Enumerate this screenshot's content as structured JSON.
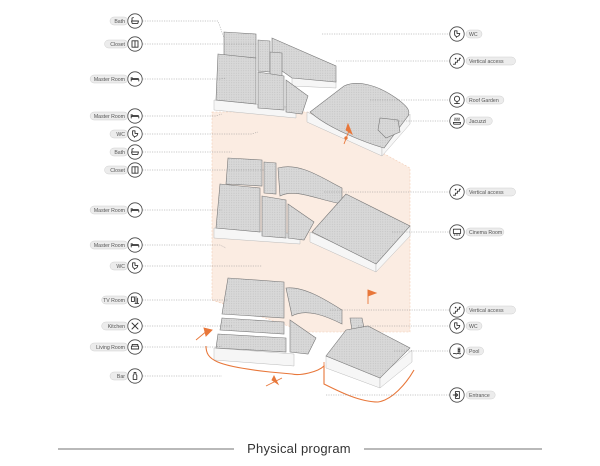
{
  "caption": "Physical program",
  "colors": {
    "accent": "#e8773a",
    "shaft": "#fbe9de",
    "slab": "#d9d9d9",
    "ink": "#333333"
  },
  "left_labels": [
    {
      "text": "Bath",
      "icon": "bathtub-icon"
    },
    {
      "text": "Closet",
      "icon": "closet-icon"
    },
    {
      "text": "Master Room",
      "icon": "bed-icon"
    },
    {
      "text": "Master Room",
      "icon": "bed-icon"
    },
    {
      "text": "WC",
      "icon": "toilet-icon"
    },
    {
      "text": "Bath",
      "icon": "bathtub-icon"
    },
    {
      "text": "Closet",
      "icon": "closet-icon"
    },
    {
      "text": "Master Room",
      "icon": "bed-icon"
    },
    {
      "text": "Master Room",
      "icon": "bed-icon"
    },
    {
      "text": "WC",
      "icon": "toilet-icon"
    },
    {
      "text": "TV Room",
      "icon": "tv-room-icon"
    },
    {
      "text": "Kitchen",
      "icon": "kitchen-icon"
    },
    {
      "text": "Living Room",
      "icon": "sofa-icon"
    },
    {
      "text": "Bar",
      "icon": "bottle-icon"
    }
  ],
  "right_labels": [
    {
      "text": "WC",
      "icon": "toilet-icon"
    },
    {
      "text": "Vertical access",
      "icon": "stairs-icon"
    },
    {
      "text": "Roof Garden",
      "icon": "tree-icon"
    },
    {
      "text": "Jacuzzi",
      "icon": "jacuzzi-icon"
    },
    {
      "text": "Vertical access",
      "icon": "stairs-icon"
    },
    {
      "text": "Cinema Room",
      "icon": "cinema-icon"
    },
    {
      "text": "Vertical access",
      "icon": "stairs-icon"
    },
    {
      "text": "WC",
      "icon": "toilet-icon"
    },
    {
      "text": "Pool",
      "icon": "pool-icon"
    },
    {
      "text": "Entrance",
      "icon": "door-icon"
    }
  ]
}
